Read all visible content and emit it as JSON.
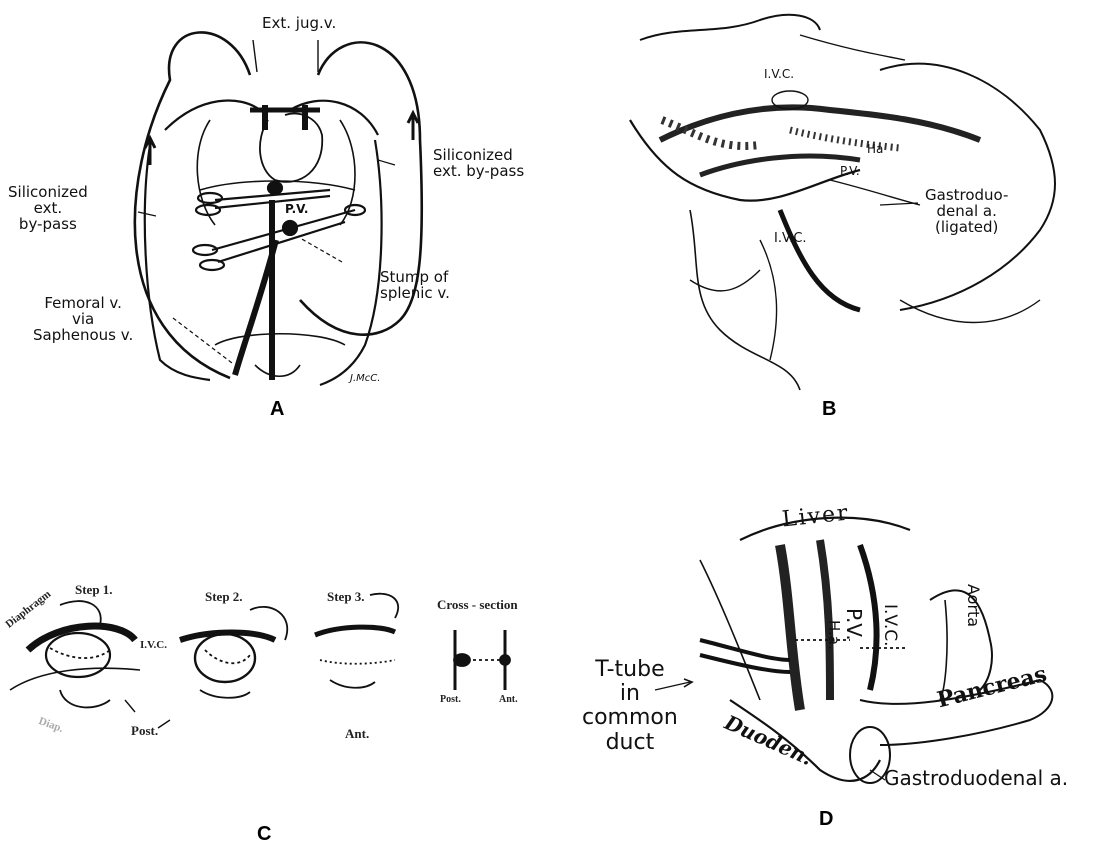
{
  "panels": {
    "A": {
      "letter": "A",
      "labels": {
        "ext_jug": "Ext. jug.v.",
        "siliconized_right": [
          "Siliconized",
          "ext. by-pass"
        ],
        "siliconized_left": [
          "Siliconized",
          "ext.",
          "by-pass"
        ],
        "pv": "P.V.",
        "stump": [
          "Stump of",
          "splenic v."
        ],
        "femoral": [
          "Femoral v.",
          "via",
          "Saphenous v."
        ],
        "signature": "J.McC."
      }
    },
    "B": {
      "letter": "B",
      "labels": {
        "ivc_top": "I.V.C.",
        "ha": "Ha",
        "pv": "P.V.",
        "ivc_bottom": "I.V.C.",
        "gastroduodenal": [
          "Gastroduo-",
          "denal a.",
          "(ligated)"
        ]
      }
    },
    "C": {
      "letter": "C",
      "labels": {
        "step1": "Step 1.",
        "step2": "Step 2.",
        "step3": "Step 3.",
        "cross_section": "Cross - section",
        "diaphragm": "Diaphragm",
        "ivc": "I.V.C.",
        "post": "Post.",
        "ant": "Ant.",
        "post_small": "Post.",
        "ant_small": "Ant.",
        "faded": "Diap."
      }
    },
    "D": {
      "letter": "D",
      "labels": {
        "liver": "Liver",
        "aorta": "Aorta",
        "ha": "H.a.",
        "pv": "P.V.",
        "ivc": "I.V.C.",
        "ttube": [
          "T-tube",
          "in",
          "common",
          "duct"
        ],
        "duoden": "Duoden.",
        "pancreas": "Pancreas",
        "gastroduodenal": "Gastroduodenal a."
      }
    }
  }
}
